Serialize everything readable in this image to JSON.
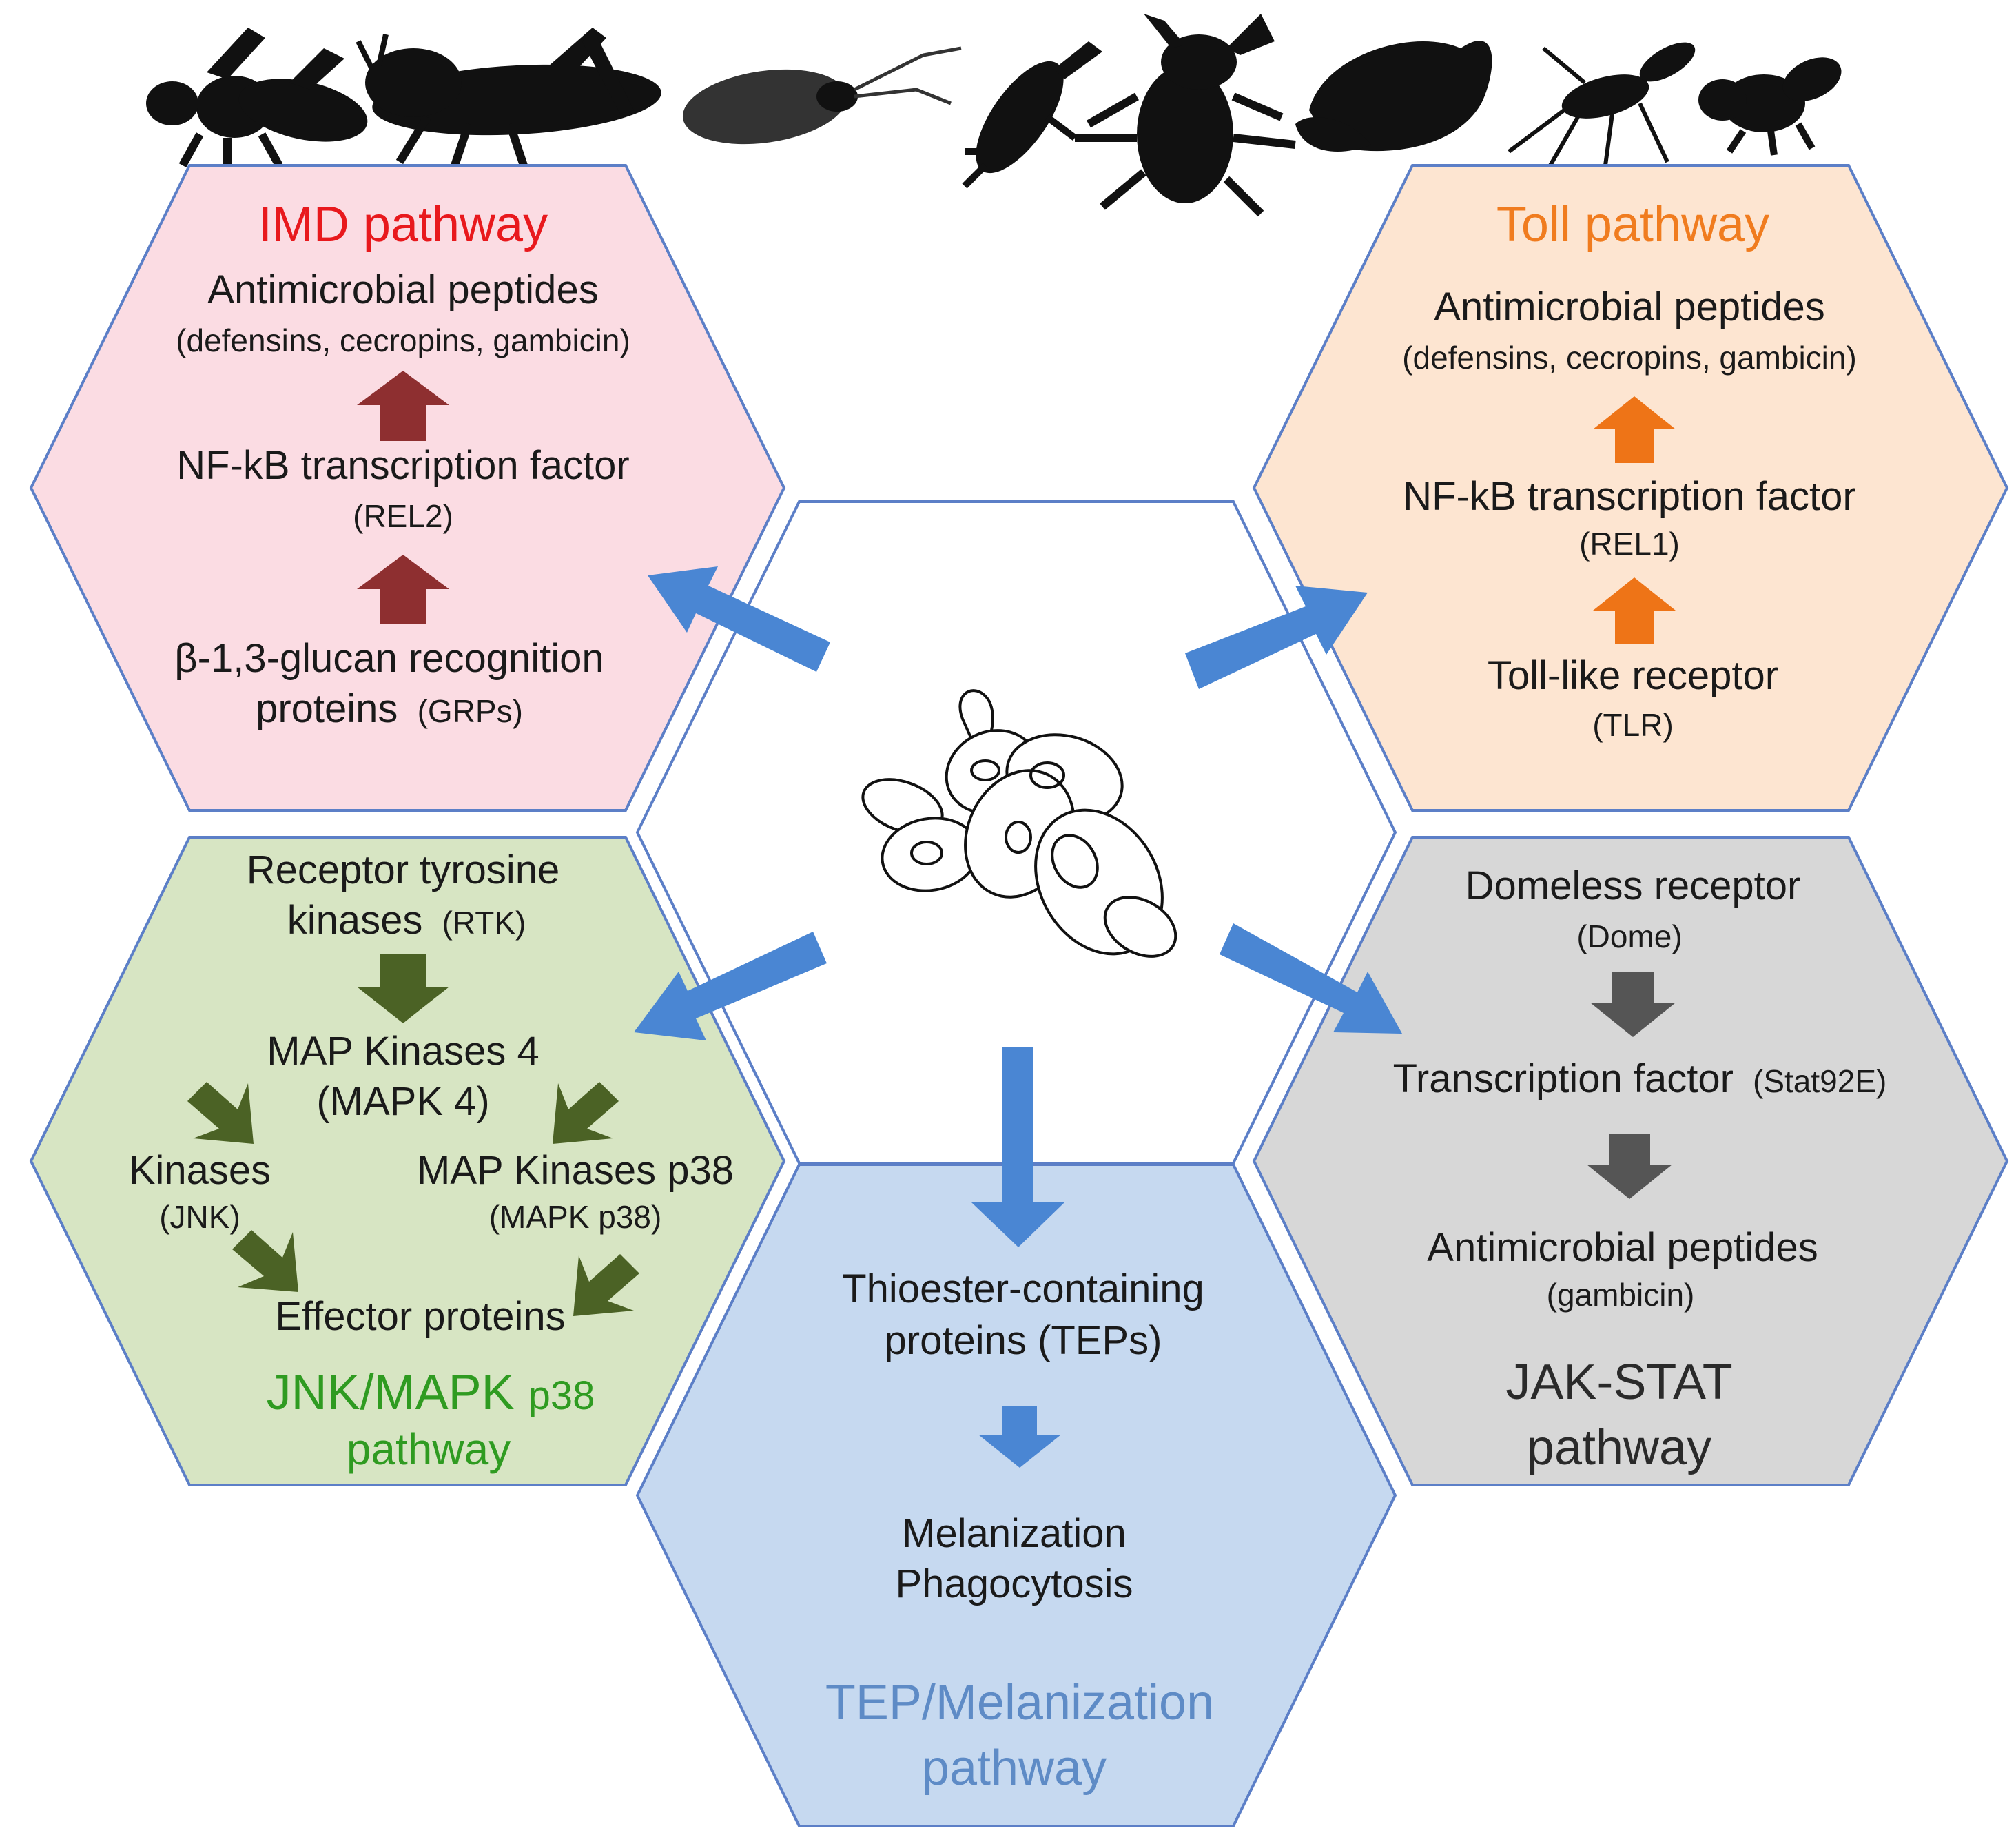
{
  "colors": {
    "imd_fill": "#fbdce3",
    "imd_title": "#e8191d",
    "imd_arrow": "#8e2f30",
    "toll_fill": "#fde5d1",
    "toll_title": "#f07c1f",
    "toll_arrow": "#ee7417",
    "jnk_fill": "#d7e5c3",
    "jnk_title": "#2f9b21",
    "jnk_arrow": "#4b6225",
    "tep_fill": "#c6d9f0",
    "tep_title": "#5e8bc6",
    "tep_arrow": "#4a86d3",
    "jak_fill": "#d7d7d7",
    "jak_title": "#2a2a2a",
    "jak_arrow": "#555555",
    "hex_stroke": "#5c7fc7",
    "big_arrow": "#4a86d3"
  },
  "icons": {
    "insects": [
      "fly-icon",
      "grasshopper-icon",
      "lacewing-icon",
      "earwig-icon",
      "stag-beetle-icon",
      "moth-icon",
      "mosquito-icon",
      "housefly-icon"
    ],
    "center": "yeast-cells-icon"
  },
  "imd": {
    "title": "IMD pathway",
    "line1": "Antimicrobial peptides",
    "line1_sub": "(defensins, cecropins, gambicin)",
    "line2": "NF-kB transcription factor",
    "line2_sub": "(REL2)",
    "line3": "β-1,3-glucan recognition",
    "line3b": "proteins",
    "line3b_sub": "(GRPs)"
  },
  "toll": {
    "title": "Toll pathway",
    "line1": "Antimicrobial peptides",
    "line1_sub": "(defensins, cecropins, gambicin)",
    "line2": "NF-kB transcription factor",
    "line2_sub": "(REL1)",
    "line3": "Toll-like receptor",
    "line3_sub": "(TLR)"
  },
  "jnk": {
    "line1": "Receptor tyrosine",
    "line1b": "kinases",
    "line1b_sub": "(RTK)",
    "line2": "MAP Kinases 4",
    "line2b": "(MAPK 4)",
    "left": "Kinases",
    "left_sub": "(JNK)",
    "right": "MAP Kinases p38",
    "right_sub": "(MAPK p38)",
    "bottom": "Effector proteins",
    "title_main": "JNK/MAPK",
    "title_small": "p38",
    "title_line2": "pathway"
  },
  "tep": {
    "line1": "Thioester-containing",
    "line1b": "proteins (TEPs)",
    "line2": "Melanization",
    "line3": "Phagocytosis",
    "title_line1": "TEP/Melanization",
    "title_line2": "pathway"
  },
  "jak": {
    "line1": "Domeless receptor",
    "line1_sub": "(Dome)",
    "line2": "Transcription factor",
    "line2_sub": "(Stat92E)",
    "line3": "Antimicrobial peptides",
    "line3_sub": "(gambicin)",
    "title_line1": "JAK-STAT",
    "title_line2": "pathway"
  }
}
